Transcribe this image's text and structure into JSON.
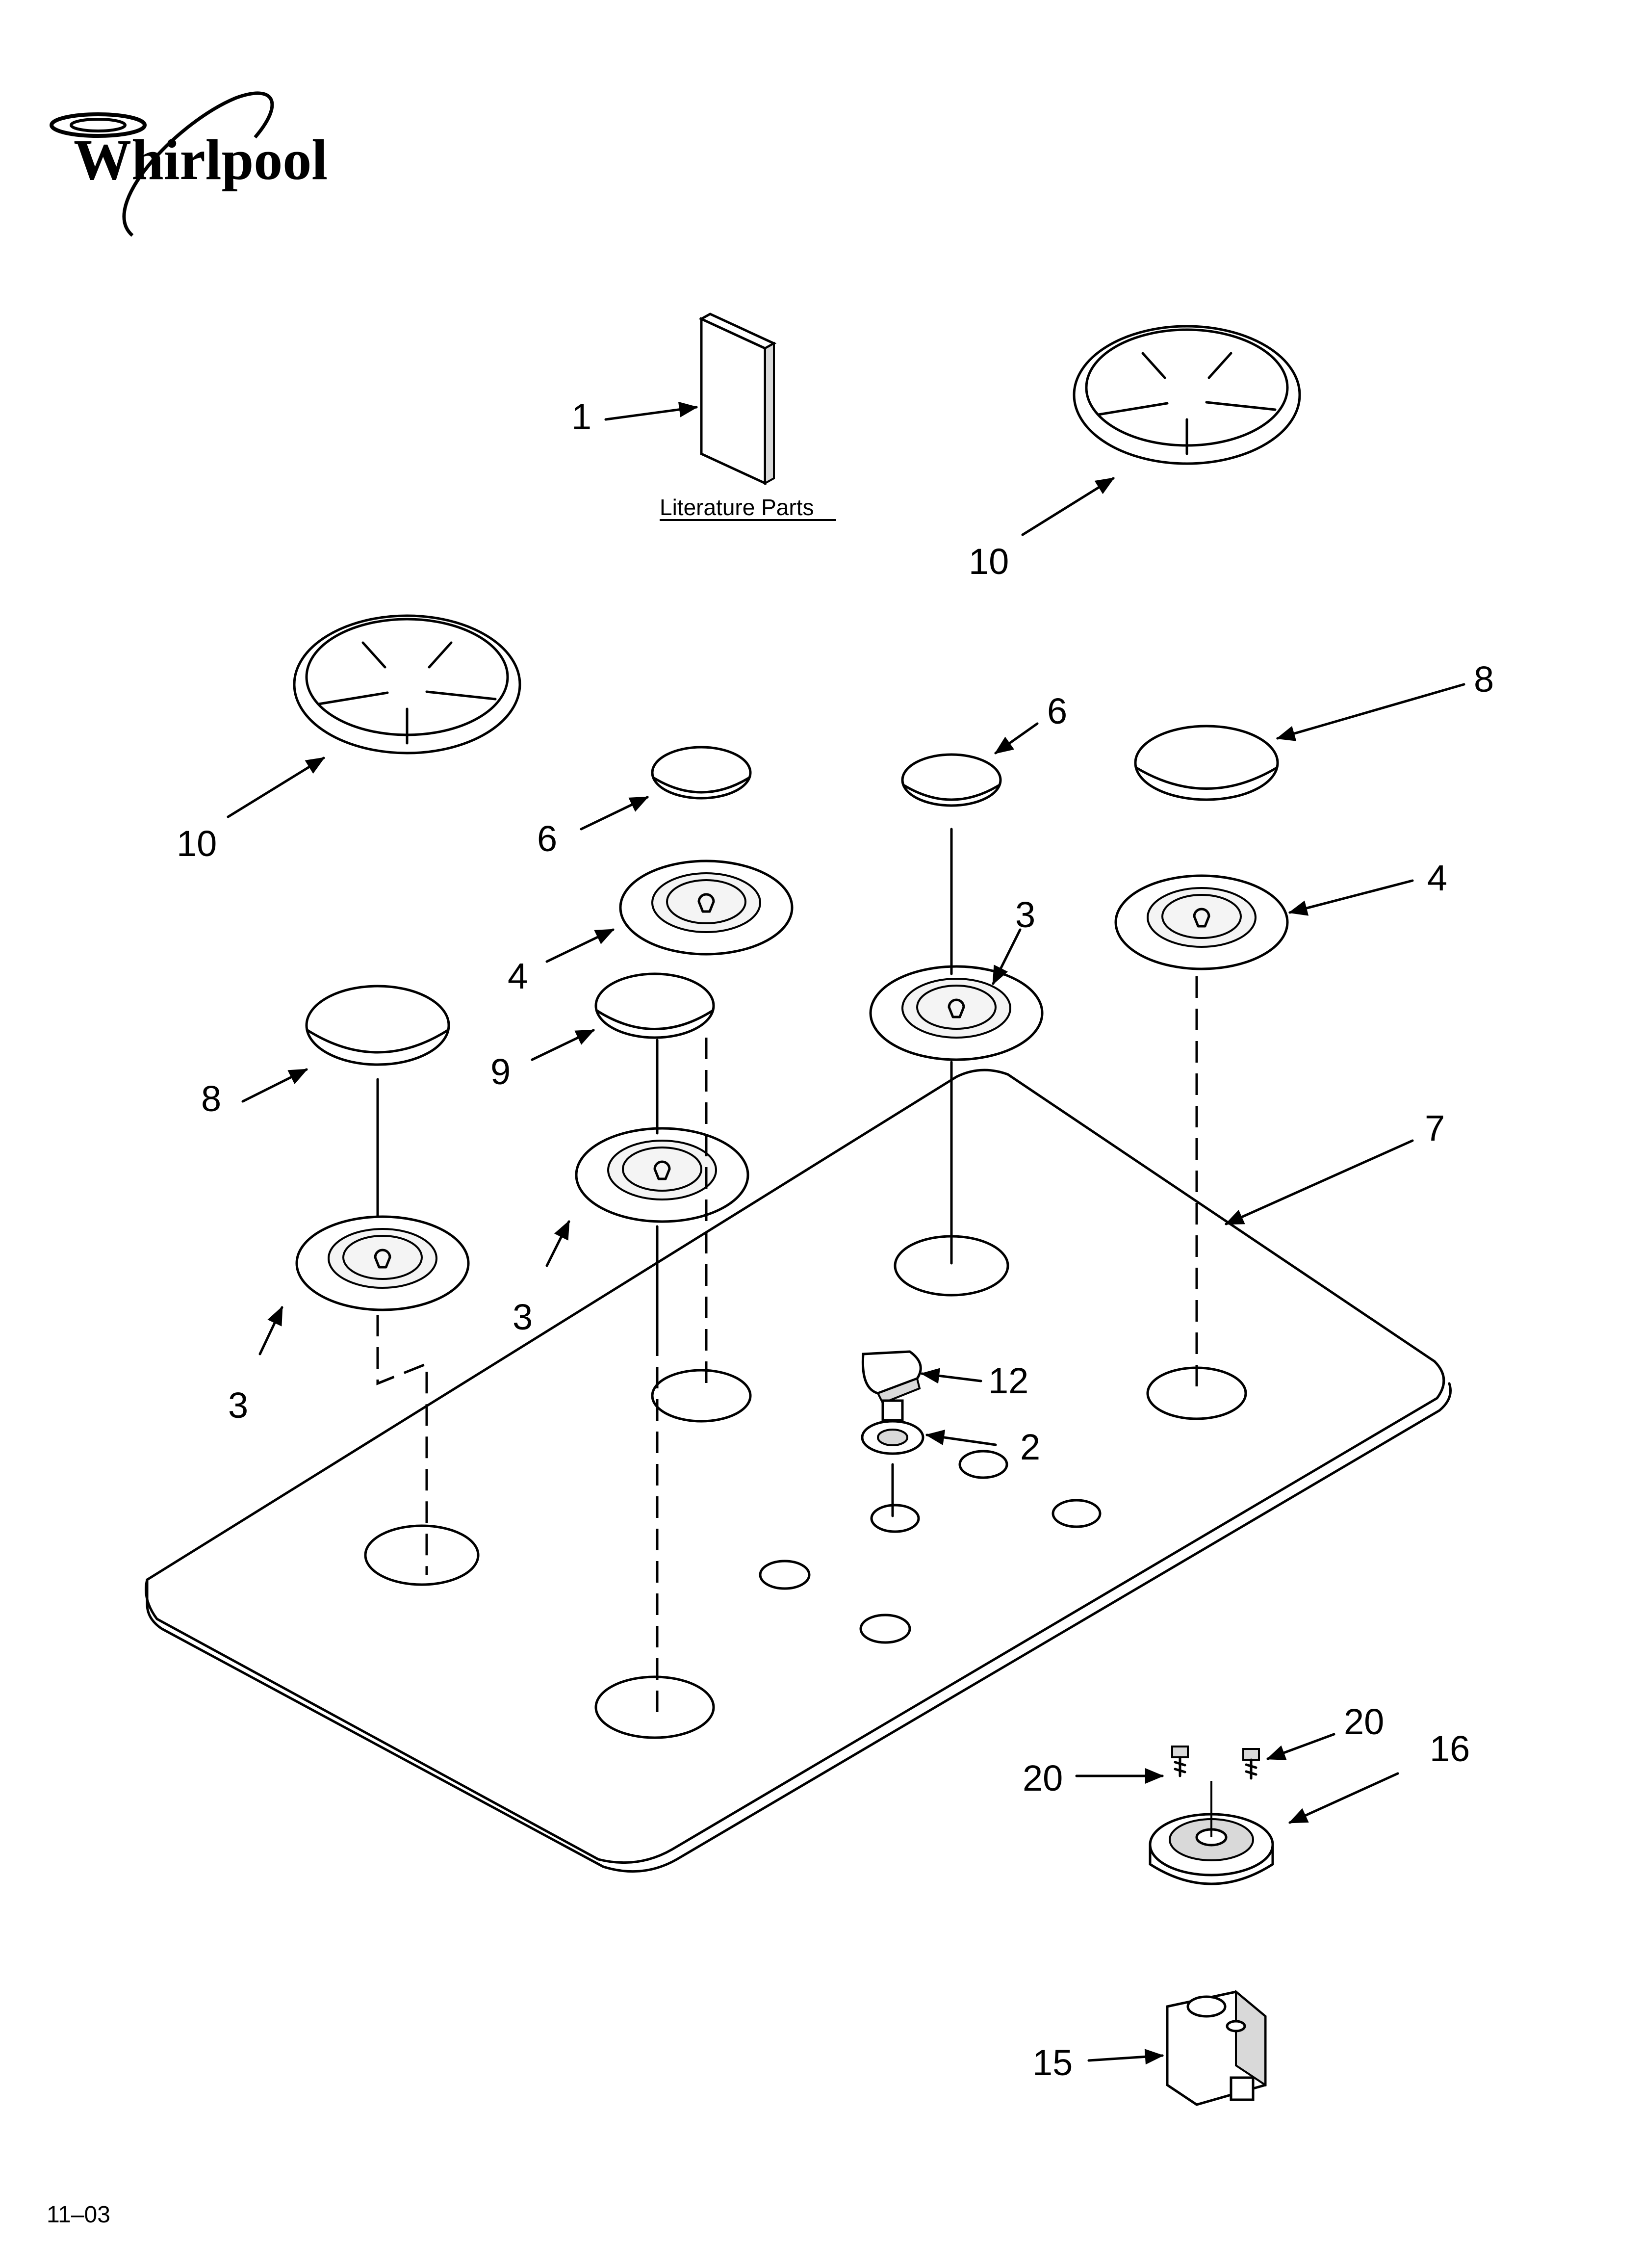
{
  "brand": {
    "name": "Whirlpool"
  },
  "literature_caption": "Literature Parts",
  "footer_code": "11–03",
  "callouts": {
    "c1": "1",
    "c2": "2",
    "c3a": "3",
    "c3b": "3",
    "c3c": "3",
    "c4a": "4",
    "c4b": "4",
    "c6a": "6",
    "c6b": "6",
    "c7": "7",
    "c8a": "8",
    "c8b": "8",
    "c9": "9",
    "c10a": "10",
    "c10b": "10",
    "c12": "12",
    "c15": "15",
    "c16": "16",
    "c20a": "20",
    "c20b": "20"
  }
}
